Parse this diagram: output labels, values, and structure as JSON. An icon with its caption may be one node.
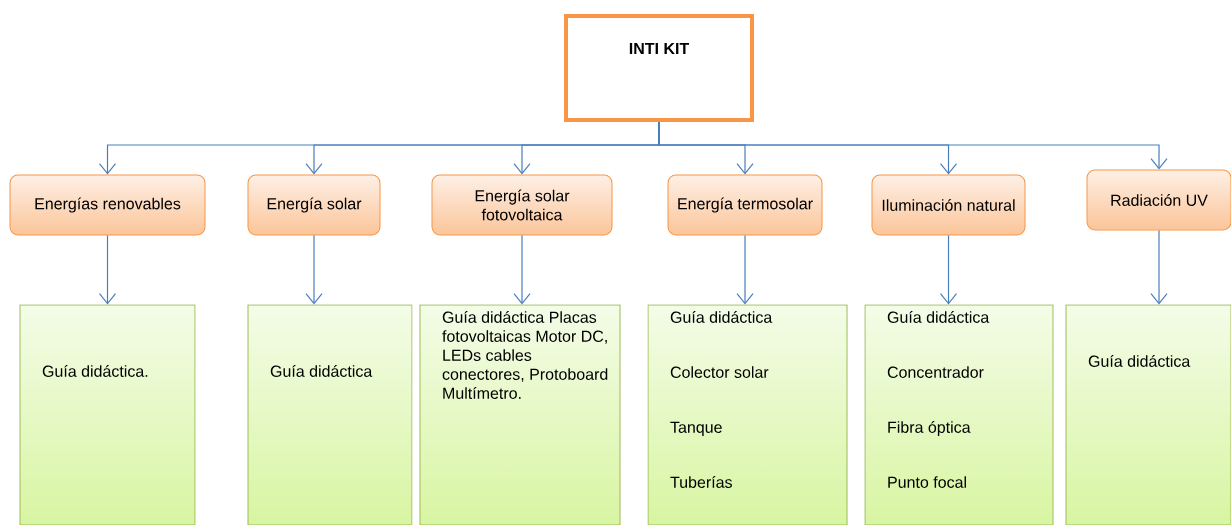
{
  "diagram": {
    "nodes": [
      {
        "text": [
          "INTI KIT"
        ]
      },
      {
        "text": [
          "Energías renovables"
        ]
      },
      {
        "text": [
          "Energía solar"
        ]
      },
      {
        "text": [
          "Energía solar fotovoltaica"
        ]
      },
      {
        "text": [
          "Energía termosolar"
        ]
      },
      {
        "text": [
          "Iluminación natural"
        ]
      },
      {
        "text": [
          "Radiación UV"
        ]
      },
      {
        "text": [
          "Guía didáctica."
        ]
      },
      {
        "text": [
          "Guía didáctica"
        ]
      },
      {
        "text": [
          "Guía didáctica Placas fotovoltaicas Motor DC, LEDs cables conectores, Protoboard Multímetro."
        ]
      },
      {
        "text": [
          "Guía didáctica",
          "Colector solar",
          "Tanque",
          "Tuberías"
        ]
      },
      {
        "text": [
          "Guía didáctica",
          "Concentrador",
          "Fibra óptica",
          "Punto focal"
        ]
      },
      {
        "text": [
          "Guía didáctica"
        ]
      }
    ],
    "edges": [
      {
        "from": 0,
        "to": 1,
        "arrow": "to"
      },
      {
        "from": 0,
        "to": 2,
        "arrow": "to"
      },
      {
        "from": 0,
        "to": 3,
        "arrow": "to"
      },
      {
        "from": 0,
        "to": 4,
        "arrow": "to"
      },
      {
        "from": 0,
        "to": 5,
        "arrow": "to"
      },
      {
        "from": 0,
        "to": 6,
        "arrow": "to"
      },
      {
        "from": 1,
        "to": 7,
        "arrow": "to"
      },
      {
        "from": 2,
        "to": 8,
        "arrow": "to"
      },
      {
        "from": 3,
        "to": 9,
        "arrow": "to"
      },
      {
        "from": 4,
        "to": 10,
        "arrow": "to"
      },
      {
        "from": 5,
        "to": 11,
        "arrow": "to"
      },
      {
        "from": 6,
        "to": 12,
        "arrow": "to"
      }
    ]
  }
}
